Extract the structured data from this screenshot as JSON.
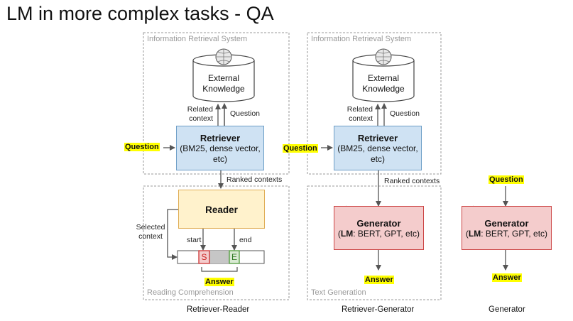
{
  "title": "LM in more complex tasks - QA",
  "panels": {
    "retriever_reader": {
      "system_label": "Information Retrieval System",
      "db_label": "External Knowledge",
      "related_context": "Related context",
      "question_arrow": "Question",
      "question_input": "Question",
      "retriever_title": "Retriever",
      "retriever_sub": "(BM25, dense vector, etc)",
      "ranked": "Ranked contexts",
      "reader": "Reader",
      "selected_context": "Selected context",
      "start": "start",
      "end": "end",
      "s_token": "S",
      "e_token": "E",
      "answer": "Answer",
      "rc_label": "Reading Comprehension",
      "caption": "Retriever-Reader"
    },
    "retriever_generator": {
      "system_label": "Information Retrieval System",
      "db_label": "External Knowledge",
      "related_context": "Related context",
      "question_arrow": "Question",
      "question_input": "Question",
      "retriever_title": "Retriever",
      "retriever_sub": "(BM25, dense vector, etc)",
      "ranked": "Ranked contexts",
      "generator_title": "Generator",
      "generator_lm": "LM",
      "generator_rest": ": BERT, GPT, etc)",
      "answer": "Answer",
      "tg_label": "Text Generation",
      "caption": "Retriever-Generator"
    },
    "generator": {
      "question_input": "Question",
      "generator_title": "Generator",
      "generator_lm": "LM",
      "generator_rest": ": BERT, GPT, etc)",
      "answer": "Answer",
      "caption": "Generator"
    }
  },
  "colors": {
    "retriever_fill": "#cfe2f3",
    "reader_fill": "#fff2cc",
    "generator_fill": "#f4cccc",
    "highlight": "#ffff00"
  },
  "icons": [
    "wikipedia-globe-icon",
    "bert-muppet-icon",
    "openai-logo-icon"
  ]
}
